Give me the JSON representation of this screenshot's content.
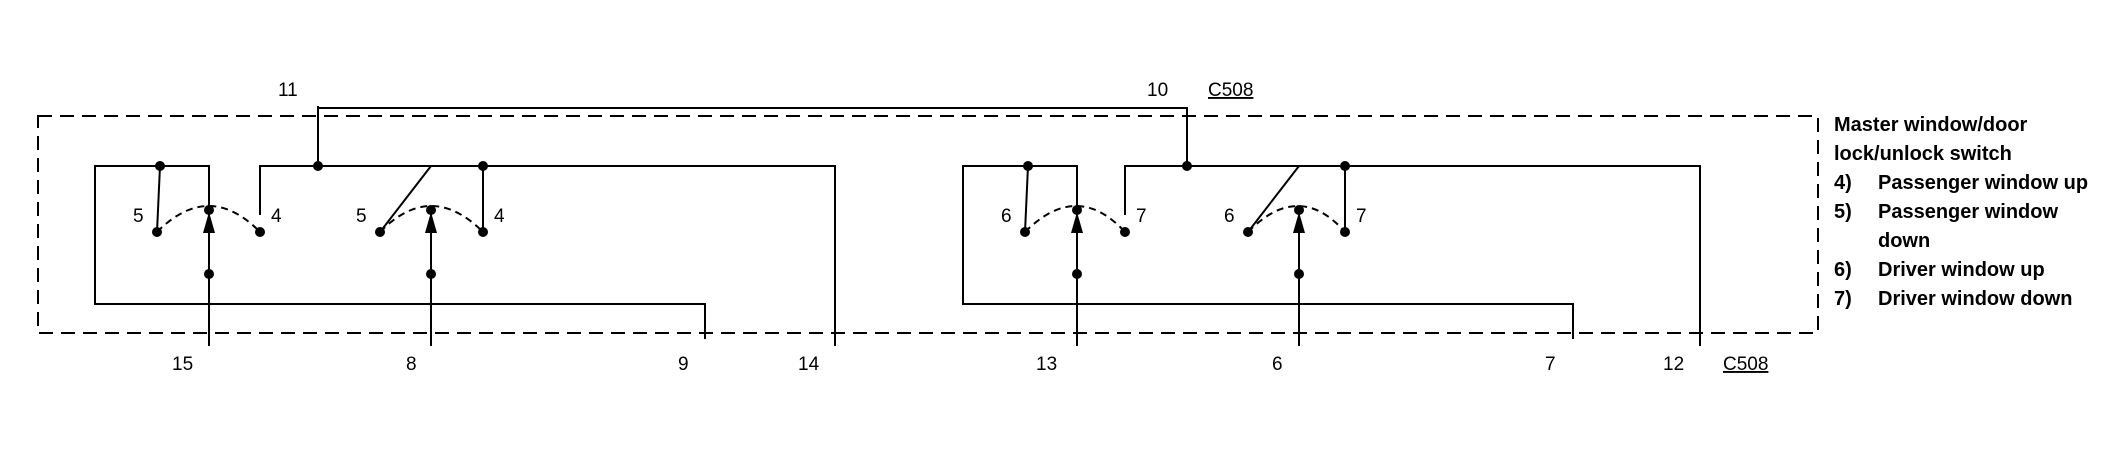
{
  "connector": "C508",
  "pins": {
    "top_left": "11",
    "top_right": "10",
    "bottom": [
      "15",
      "8",
      "9",
      "14",
      "13",
      "6",
      "7",
      "12"
    ]
  },
  "switch_labels": {
    "s1": [
      "5",
      "4"
    ],
    "s2": [
      "5",
      "4"
    ],
    "s3": [
      "6",
      "7"
    ],
    "s4": [
      "6",
      "7"
    ]
  },
  "legend": {
    "title": "Master window/door lock/unlock switch",
    "items": [
      {
        "num": "4)",
        "text": "Passenger window up"
      },
      {
        "num": "5)",
        "text": "Passenger window down"
      },
      {
        "num": "6)",
        "text": "Driver window up"
      },
      {
        "num": "7)",
        "text": "Driver window down"
      }
    ]
  }
}
